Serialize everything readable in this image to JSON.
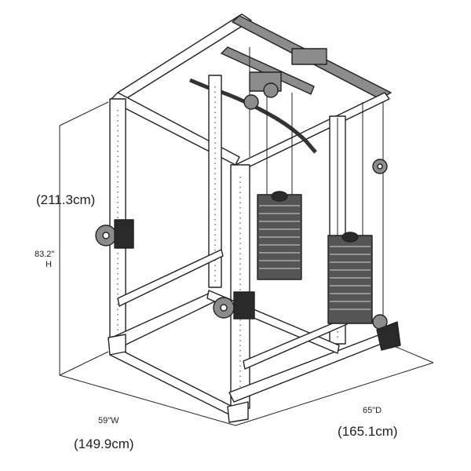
{
  "height": {
    "imperial": "83.2\"",
    "unit": "H",
    "metric": "(211.3cm)"
  },
  "width": {
    "imperial": "59\"W",
    "metric": "(149.9cm)"
  },
  "depth": {
    "imperial": "65\"D",
    "metric": "(165.1cm)"
  },
  "colors": {
    "line": "#222222",
    "frame": "#ffffff",
    "steel": "#8c8c8c",
    "weights": "#555555",
    "dark": "#2a2a2a"
  }
}
